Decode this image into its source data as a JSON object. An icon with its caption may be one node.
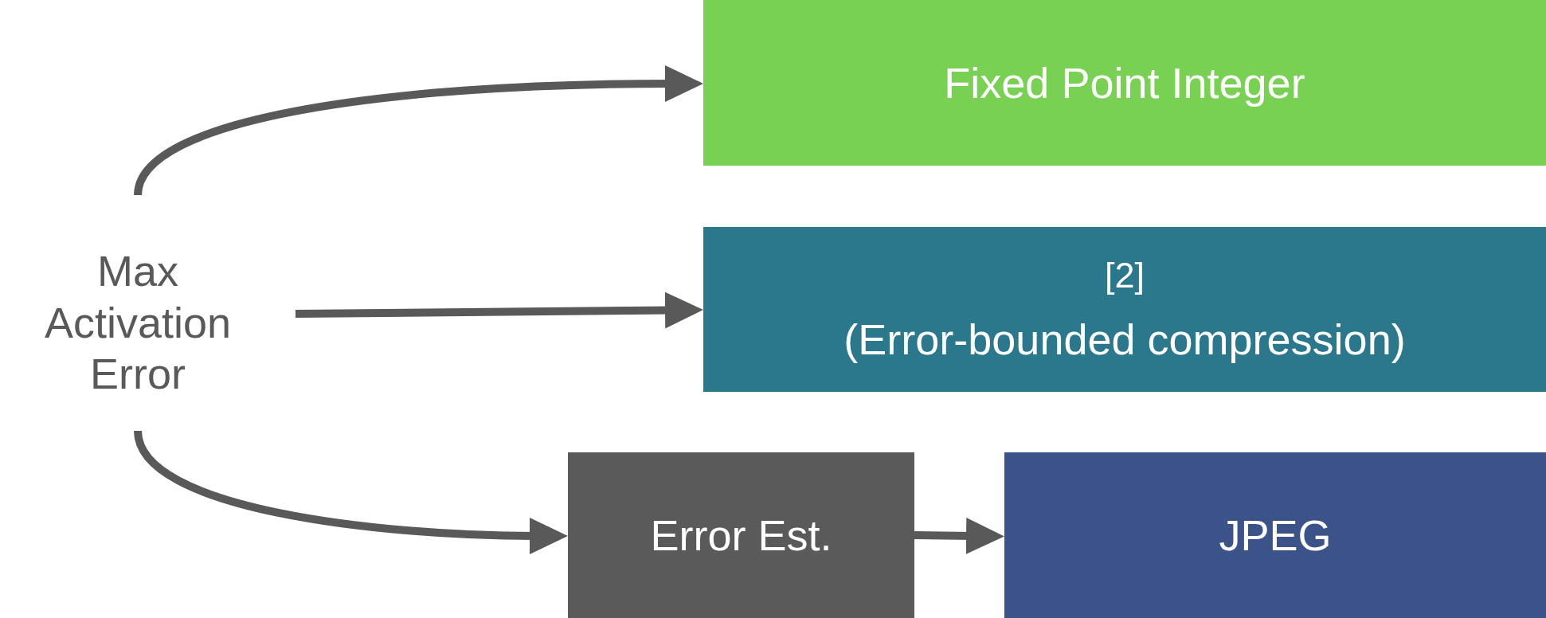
{
  "diagram": {
    "nodes": [
      {
        "text": [
          "Max Activation Error"
        ]
      },
      {
        "text": [
          "Fixed Point Integer"
        ]
      },
      {
        "text": [
          "$^{[2]}$",
          "(Error-bounded compression)"
        ]
      },
      {
        "text": [
          "Error Est."
        ]
      },
      {
        "text": [
          "JPEG"
        ]
      }
    ],
    "edges": [
      {
        "from": 0,
        "to": 1,
        "arrow": "to"
      },
      {
        "from": 0,
        "to": 2,
        "arrow": "to"
      },
      {
        "from": 0,
        "to": 3,
        "arrow": "to"
      },
      {
        "from": 3,
        "to": 4,
        "arrow": "to"
      }
    ]
  }
}
